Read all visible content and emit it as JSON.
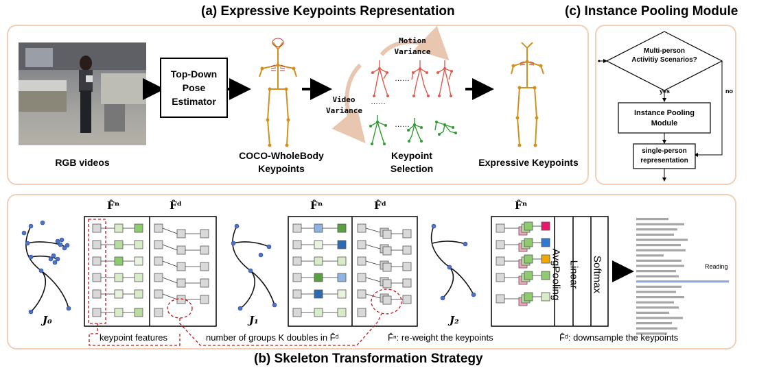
{
  "titles": {
    "a": "(a) Expressive Keypoints Representation",
    "b": "(b) Skeleton Transformation Strategy",
    "c": "(c) Instance Pooling Module"
  },
  "panel_a": {
    "rgb_label": "RGB videos",
    "estimator": "Top-Down Pose Estimator",
    "coco_label": "COCO-WholeBody Keypoints",
    "motion_variance": "Motion Variance",
    "video_variance": "Video Variance",
    "selection_label": "Keypoint Selection",
    "expressive_label": "Expressive Keypoints"
  },
  "panel_c": {
    "decision": "Multi-person Activitiy Scenarios?",
    "yes": "yes",
    "no": "no",
    "pooling": "Instance Pooling Module",
    "single": "single-person representation"
  },
  "panel_b": {
    "fn": "F̂ⁿ",
    "fd": "F̂ᵈ",
    "j0": "J₀",
    "j1": "J₁",
    "j2": "J₂",
    "avgpool": "AvgPooling",
    "linear": "Linear",
    "softmax": "Softmax",
    "reading": "Reading",
    "note_keypoint": "keypoint features",
    "note_groups": "number of groups K doubles in F̂ᵈ",
    "note_fn": "F̂ⁿ: re-weight the keypoints",
    "note_fd": "F̂ᵈ: downsample the keypoints"
  },
  "colors": {
    "panel_border": "#f2cfb4",
    "skeleton_orange": "#d4901f",
    "skeleton_red": "#e05a4c",
    "skeleton_green": "#2f9a2f",
    "keypoint_blue": "#4e72c8",
    "feature_green": "#b8dca0",
    "highlight_blue": "#8fa8d8",
    "dashed_red": "#c0141c"
  }
}
